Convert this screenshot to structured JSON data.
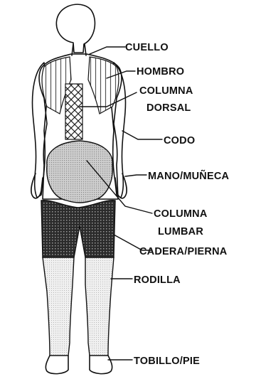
{
  "labels": {
    "neck": "CUELLO",
    "shoulder": "HOMBRO",
    "thoracic_1": "COLUMNA",
    "thoracic_2": "DORSAL",
    "elbow": "CODO",
    "hand_wrist": "MANO/MUÑECA",
    "lumbar_1": "COLUMNA",
    "lumbar_2": "LUMBAR",
    "hip_leg": "CADERA/PIERNA",
    "knee": "RODILLA",
    "ankle_foot": "TOBILLO/PIE"
  }
}
